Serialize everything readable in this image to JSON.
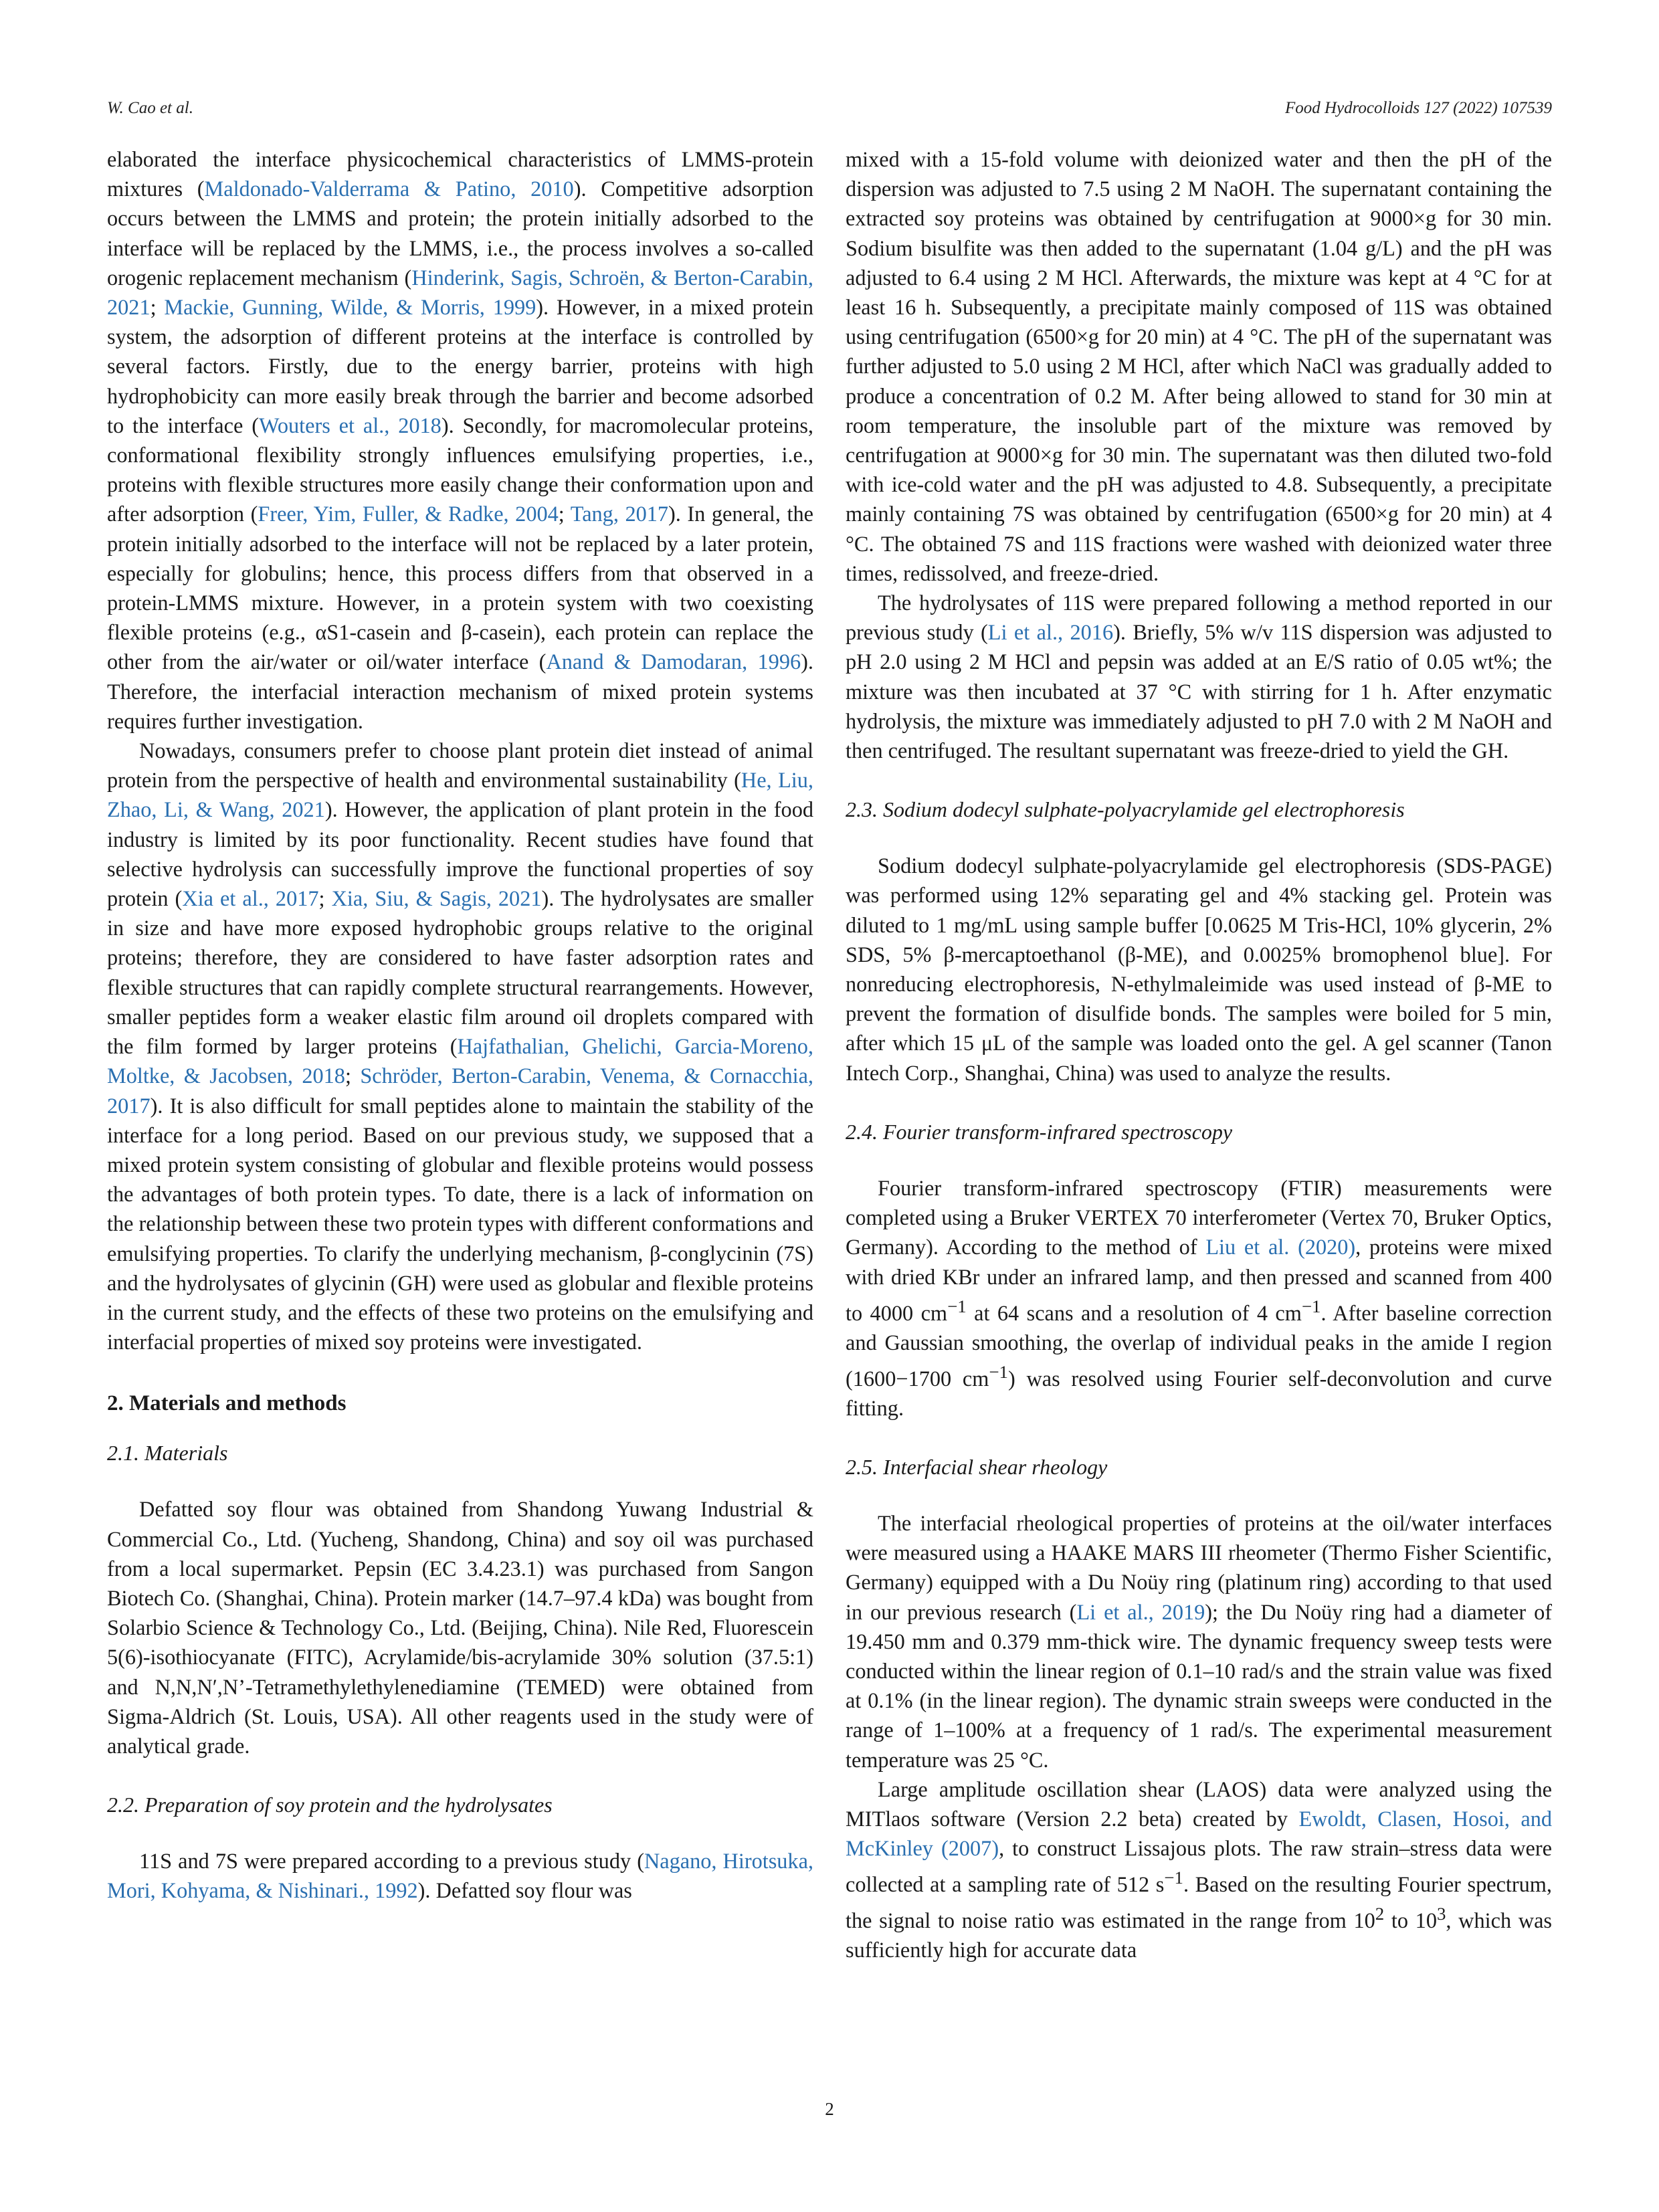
{
  "header": {
    "left": "W. Cao et al.",
    "right": "Food Hydrocolloids 127 (2022) 107539"
  },
  "left_column": {
    "p1": [
      "elaborated the interface physicochemical characteristics of LMMS-protein mixtures (",
      "Maldonado-Valderrama & Patino, 2010",
      "). Competitive adsorption occurs between the LMMS and protein; the protein initially adsorbed to the interface will be replaced by the LMMS, i.e., the process involves a so-called orogenic replacement mechanism (",
      "Hinderink, Sagis, Schroën, & Berton-Carabin, 2021",
      "; ",
      "Mackie, Gunning, Wilde, & Morris, 1999",
      "). However, in a mixed protein system, the adsorption of different proteins at the interface is controlled by several factors. Firstly, due to the energy barrier, proteins with high hydrophobicity can more easily break through the barrier and become adsorbed to the interface (",
      "Wouters et al., 2018",
      "). Secondly, for macromolecular proteins, conformational flexibility strongly influences emulsifying properties, i.e., proteins with flexible structures more easily change their conformation upon and after adsorption (",
      "Freer, Yim, Fuller, & Radke, 2004",
      "; ",
      "Tang, 2017",
      "). In general, the protein initially adsorbed to the interface will not be replaced by a later protein, especially for globulins; hence, this process differs from that observed in a protein-LMMS mixture. However, in a protein system with two coexisting flexible proteins (e.g., αS1-casein and β-casein), each protein can replace the other from the air/water or oil/water interface (",
      "Anand & Damodaran, 1996",
      "). Therefore, the interfacial interaction mechanism of mixed protein systems requires further investigation."
    ],
    "p2": [
      "Nowadays, consumers prefer to choose plant protein diet instead of animal protein from the perspective of health and environmental sustainability (",
      "He, Liu, Zhao, Li, & Wang, 2021",
      "). However, the application of plant protein in the food industry is limited by its poor functionality. Recent studies have found that selective hydrolysis can successfully improve the functional properties of soy protein (",
      "Xia et al., 2017",
      "; ",
      "Xia, Siu, & Sagis, 2021",
      "). The hydrolysates are smaller in size and have more exposed hydrophobic groups relative to the original proteins; therefore, they are considered to have faster adsorption rates and flexible structures that can rapidly complete structural rearrangements. However, smaller peptides form a weaker elastic film around oil droplets compared with the film formed by larger proteins (",
      "Hajfathalian, Ghelichi, Garcia-Moreno, Moltke, & Jacobsen, 2018",
      "; ",
      "Schröder, Berton-Carabin, Venema, & Cornacchia, 2017",
      "). It is also difficult for small peptides alone to maintain the stability of the interface for a long period. Based on our previous study, we supposed that a mixed protein system consisting of globular and flexible proteins would possess the advantages of both protein types. To date, there is a lack of information on the relationship between these two protein types with different conformations and emulsifying properties. To clarify the underlying mechanism, β-conglycinin (7S) and the hydrolysates of glycinin (GH) were used as globular and flexible proteins in the current study, and the effects of these two proteins on the emulsifying and interfacial properties of mixed soy proteins were investigated."
    ],
    "h2": "2. Materials and methods",
    "h3_1": "2.1. Materials",
    "p3": "Defatted soy flour was obtained from Shandong Yuwang Industrial & Commercial Co., Ltd. (Yucheng, Shandong, China) and soy oil was purchased from a local supermarket. Pepsin (EC 3.4.23.1) was purchased from Sangon Biotech Co. (Shanghai, China). Protein marker (14.7–97.4 kDa) was bought from Solarbio Science & Technology Co., Ltd. (Beijing, China). Nile Red, Fluorescein 5(6)-isothiocyanate (FITC), Acrylamide/bis-acrylamide 30% solution (37.5:1) and N,N,N′,N’-Tetramethylethylenediamine (TEMED) were obtained from Sigma-Aldrich (St. Louis, USA). All other reagents used in the study were of analytical grade.",
    "h3_2": "2.2. Preparation of soy protein and the hydrolysates",
    "p4": [
      "11S and 7S were prepared according to a previous study (",
      "Nagano, Hirotsuka, Mori, Kohyama, & Nishinari., 1992",
      "). Defatted soy flour was"
    ]
  },
  "right_column": {
    "p1": "mixed with a 15-fold volume with deionized water and then the pH of the dispersion was adjusted to 7.5 using 2 M NaOH. The supernatant containing the extracted soy proteins was obtained by centrifugation at 9000×g for 30 min. Sodium bisulfite was then added to the supernatant (1.04 g/L) and the pH was adjusted to 6.4 using 2 M HCl. Afterwards, the mixture was kept at 4 °C for at least 16 h. Subsequently, a precipitate mainly composed of 11S was obtained using centrifugation (6500×g for 20 min) at 4 °C. The pH of the supernatant was further adjusted to 5.0 using 2 M HCl, after which NaCl was gradually added to produce a concentration of 0.2 M. After being allowed to stand for 30 min at room temperature, the insoluble part of the mixture was removed by centrifugation at 9000×g for 30 min. The supernatant was then diluted two-fold with ice-cold water and the pH was adjusted to 4.8. Subsequently, a precipitate mainly containing 7S was obtained by centrifugation (6500×g for 20 min) at 4 °C. The obtained 7S and 11S fractions were washed with deionized water three times, redissolved, and freeze-dried.",
    "p2": [
      "The hydrolysates of 11S were prepared following a method reported in our previous study (",
      "Li et al., 2016",
      "). Briefly, 5% w/v 11S dispersion was adjusted to pH 2.0 using 2 M HCl and pepsin was added at an E/S ratio of 0.05 wt%; the mixture was then incubated at 37 °C with stirring for 1 h. After enzymatic hydrolysis, the mixture was immediately adjusted to pH 7.0 with 2 M NaOH and then centrifuged. The resultant supernatant was freeze-dried to yield the GH."
    ],
    "h3_3": "2.3. Sodium dodecyl sulphate-polyacrylamide gel electrophoresis",
    "p3": "Sodium dodecyl sulphate-polyacrylamide gel electrophoresis (SDS-PAGE) was performed using 12% separating gel and 4% stacking gel. Protein was diluted to 1 mg/mL using sample buffer [0.0625 M Tris-HCl, 10% glycerin, 2% SDS, 5% β-mercaptoethanol (β-ME), and 0.0025% bromophenol blue]. For nonreducing electrophoresis, N-ethylmaleimide was used instead of β-ME to prevent the formation of disulfide bonds. The samples were boiled for 5 min, after which 15 μL of the sample was loaded onto the gel. A gel scanner (Tanon Intech Corp., Shanghai, China) was used to analyze the results.",
    "h3_4": "2.4. Fourier transform-infrared spectroscopy",
    "p4": [
      "Fourier transform-infrared spectroscopy (FTIR) measurements were completed using a Bruker VERTEX 70 interferometer (Vertex 70, Bruker Optics, Germany). According to the method of ",
      "Liu et al. (2020)",
      ", proteins were mixed with dried KBr under an infrared lamp, and then pressed and scanned from 400 to 4000 cm",
      "−1",
      " at 64 scans and a resolution of 4 cm",
      "−1",
      ". After baseline correction and Gaussian smoothing, the overlap of individual peaks in the amide I region (1600−1700 cm",
      "−1",
      ") was resolved using Fourier self-deconvolution and curve fitting."
    ],
    "h3_5": "2.5. Interfacial shear rheology",
    "p5": [
      "The interfacial rheological properties of proteins at the oil/water interfaces were measured using a HAAKE MARS III rheometer (Thermo Fisher Scientific, Germany) equipped with a Du Noüy ring (platinum ring) according to that used in our previous research (",
      "Li et al., 2019",
      "); the Du Noüy ring had a diameter of 19.450 mm and 0.379 mm-thick wire. The dynamic frequency sweep tests were conducted within the linear region of 0.1–10 rad/s and the strain value was fixed at 0.1% (in the linear region). The dynamic strain sweeps were conducted in the range of 1–100% at a frequency of 1 rad/s. The experimental measurement temperature was 25 °C."
    ],
    "p6": [
      "Large amplitude oscillation shear (LAOS) data were analyzed using the MITlaos software (Version 2.2 beta) created by ",
      "Ewoldt, Clasen, Hosoi, and McKinley (2007)",
      ", to construct Lissajous plots. The raw strain–stress data were collected at a sampling rate of 512 s",
      "−1",
      ". Based on the resulting Fourier spectrum, the signal to noise ratio was estimated in the range from 10",
      "2",
      " to 10",
      "3",
      ", which was sufficiently high for accurate data"
    ]
  },
  "page_number": "2",
  "colors": {
    "text": "#1a1a1a",
    "link": "#2a6fb0"
  }
}
